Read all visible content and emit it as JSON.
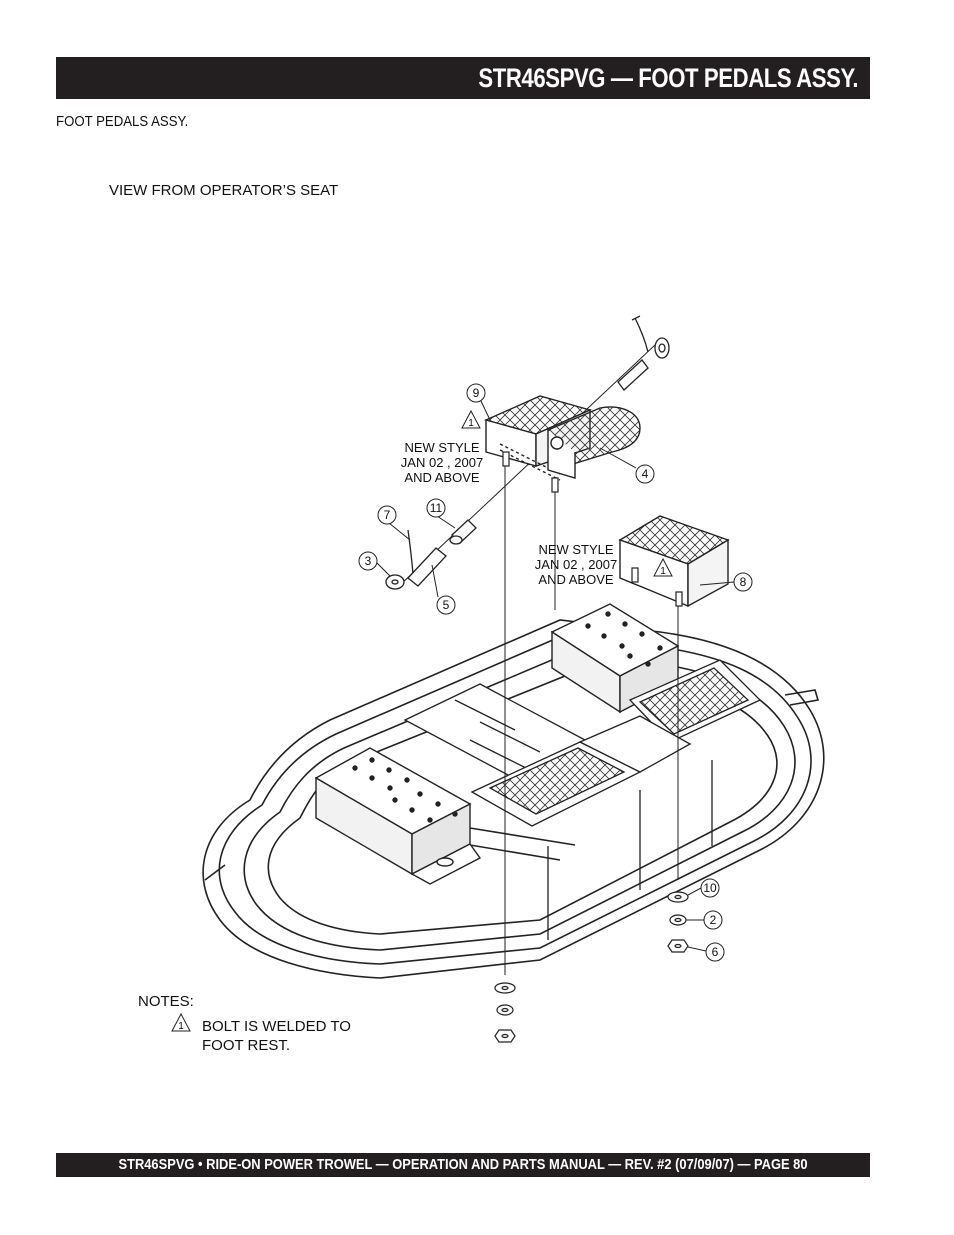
{
  "header": {
    "title": "STR46SPVG — FOOT PEDALS ASSY."
  },
  "section_label": "FOOT PEDALS ASSY.",
  "view_label": "VIEW FROM OPERATOR’S SEAT",
  "callouts": {
    "c1": "1",
    "c2": "2",
    "c3": "3",
    "c4": "4",
    "c5": "5",
    "c6": "6",
    "c7": "7",
    "c8": "8",
    "c9": "9",
    "c10": "10",
    "c11": "11"
  },
  "new_style_upper": {
    "line1": "NEW STYLE",
    "line2": "JAN 02 , 2007",
    "line3": "AND ABOVE"
  },
  "new_style_lower": {
    "line1": "NEW STYLE",
    "line2": "JAN 02 , 2007",
    "line3": "AND ABOVE"
  },
  "warning_mark": "1",
  "notes": {
    "heading": "NOTES:",
    "note_number": "1",
    "line1": "BOLT IS WELDED TO",
    "line2": "FOOT REST."
  },
  "footer": {
    "text": "STR46SPVG • RIDE-ON POWER TROWEL — OPERATION AND PARTS MANUAL — REV. #2 (07/09/07) — PAGE 80"
  }
}
